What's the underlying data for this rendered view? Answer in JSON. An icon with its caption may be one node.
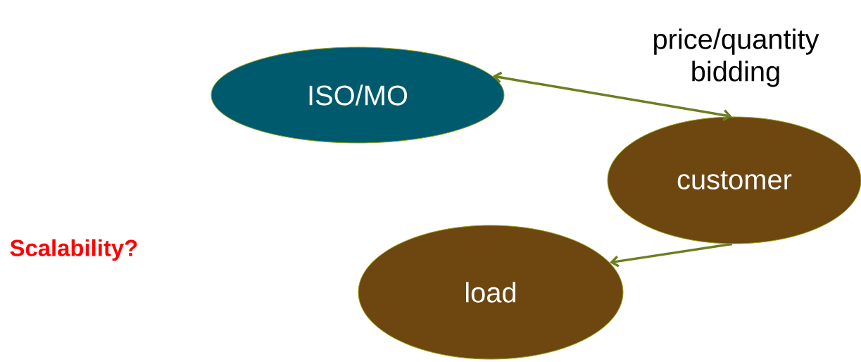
{
  "diagram": {
    "nodes": [
      {
        "text": [
          "ISO/MO"
        ]
      },
      {
        "text": [
          "customer"
        ]
      },
      {
        "text": [
          "load"
        ]
      }
    ],
    "edges": [
      {
        "from": 0,
        "to": 1,
        "arrow": "both",
        "label": "price/quantity bidding"
      },
      {
        "from": 1,
        "to": 2,
        "arrow": "to"
      }
    ],
    "labels": [
      "Scalability?"
    ]
  }
}
